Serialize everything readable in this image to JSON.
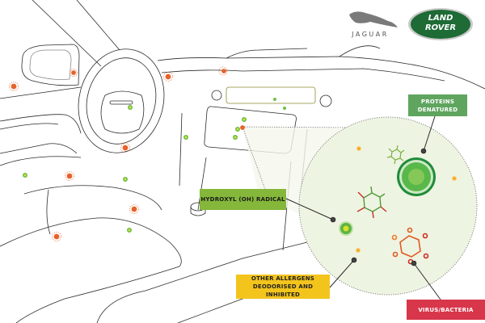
{
  "brands": {
    "jaguar": {
      "wordmark": "JAGUAR"
    },
    "land_rover": {
      "line1": "LAND",
      "line2": "ROVER",
      "badge_color": "#1e6b35"
    }
  },
  "callouts": {
    "proteins": {
      "text": "PROTEINS DENATURED",
      "color": "#5fa55f"
    },
    "hydroxyl": {
      "text": "HYDROXYL (OH) RADICAL",
      "color": "#84b73a"
    },
    "allergens": {
      "text": "OTHER ALLERGENS DEODORISED AND INHIBITED",
      "color": "#f3c41c"
    },
    "virus": {
      "text": "VIRUS/BACTERIA",
      "color": "#d8364a"
    }
  },
  "colors": {
    "line": "#2a2a2a",
    "magnifier_fill": "#eef4e2",
    "particle_green": "#6fc04a",
    "particle_core": "#e0e020",
    "virus_orange": "#e8622a",
    "allergen_orange": "#f0a020"
  }
}
